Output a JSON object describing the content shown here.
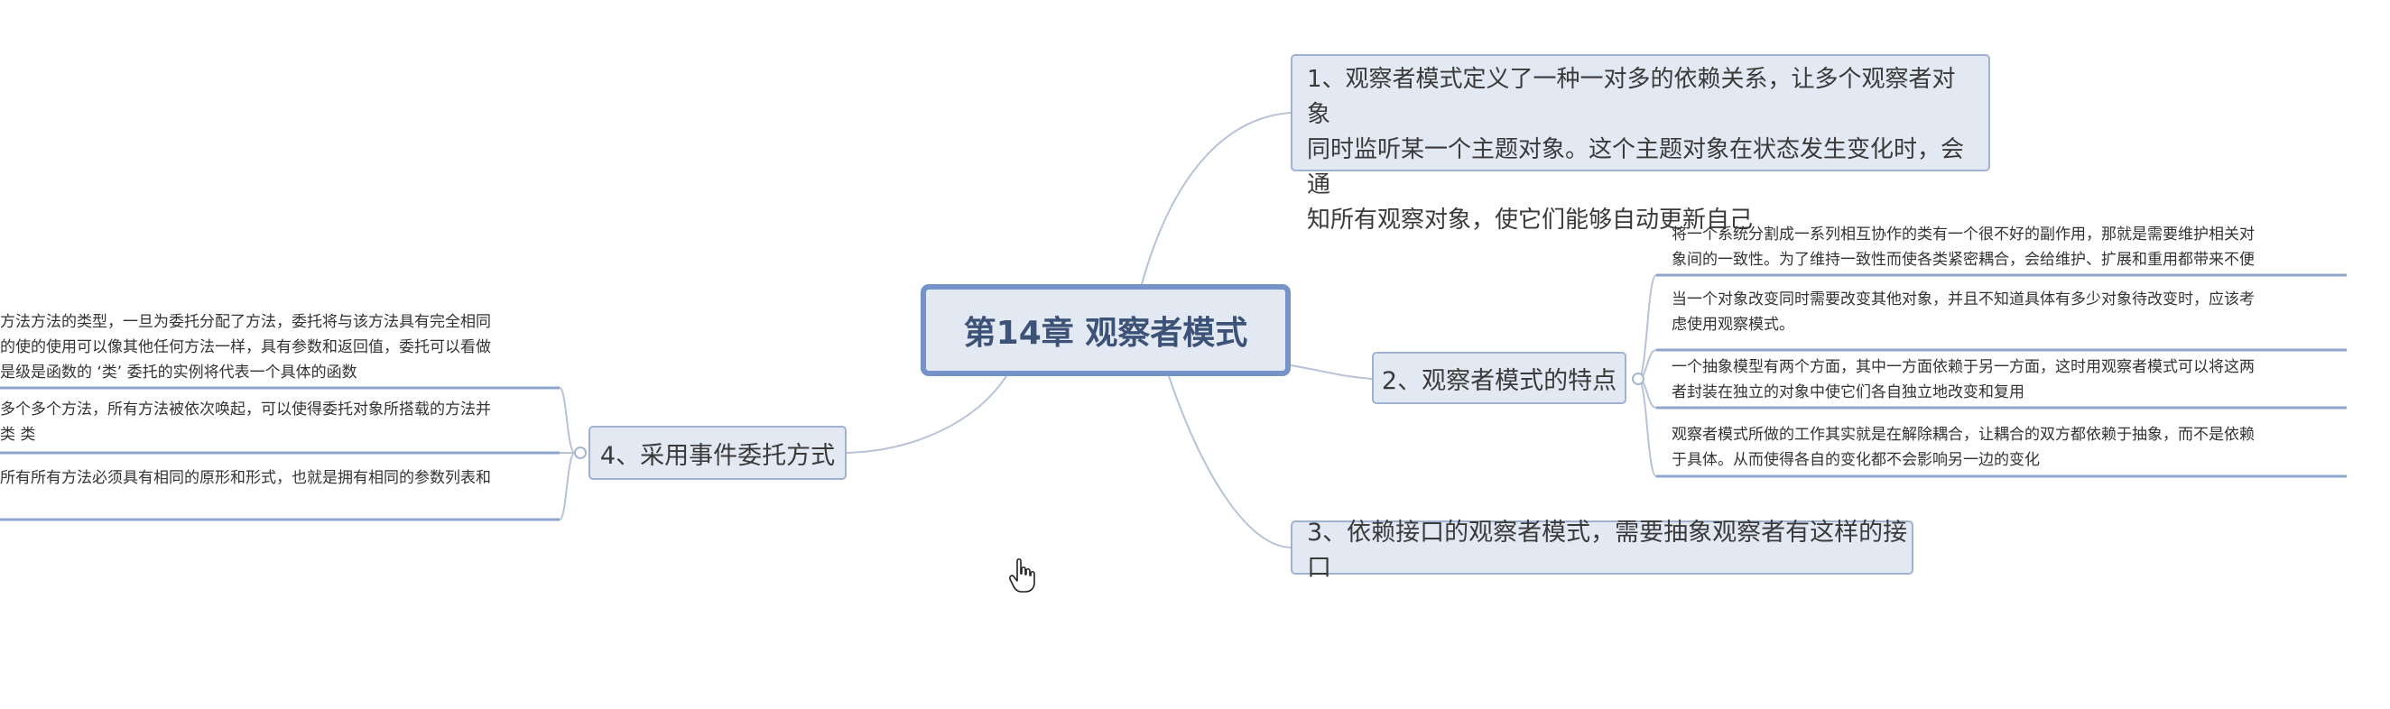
{
  "root": {
    "title": "第14章 观察者模式"
  },
  "branches": {
    "b1": {
      "lines": [
        "1、观察者模式定义了一种一对多的依赖关系，让多个观察者对象",
        "同时监听某一个主题对象。这个主题对象在状态发生变化时，会通",
        "知所有观察对象，使它们能够自动更新自己"
      ]
    },
    "b2": {
      "label": "2、观察者模式的特点",
      "children": [
        {
          "lines": [
            "将一个系统分割成一系列相互协作的类有一个很不好的副作用，那就是需要维护相关对",
            "象间的一致性。为了维持一致性而使各类紧密耦合，会给维护、扩展和重用都带来不便"
          ]
        },
        {
          "lines": [
            "当一个对象改变同时需要改变其他对象，并且不知道具体有多少对象待改变时，应该考",
            "虑使用观察模式。"
          ]
        },
        {
          "lines": [
            "一个抽象模型有两个方面，其中一方面依赖于另一方面，这时用观察者模式可以将这两",
            "者封装在独立的对象中使它们各自独立地改变和复用"
          ]
        },
        {
          "lines": [
            "观察者模式所做的工作其实就是在解除耦合，让耦合的双方都依赖于抽象，而不是依赖",
            "于具体。从而使得各自的变化都不会影响另一边的变化"
          ]
        }
      ]
    },
    "b3": {
      "label": "3、依赖接口的观察者模式，需要抽象观察者有这样的接口"
    },
    "b4": {
      "label": "4、采用事件委托方式",
      "children": [
        {
          "lines": [
            "方法方法的类型，一旦为委托分配了方法，委托将与该方法具有完全相同",
            "的使的使用可以像其他任何方法一样，具有参数和返回值，委托可以看做",
            "是级是函数的 ‘类’ 委托的实例将代表一个具体的函数"
          ]
        },
        {
          "lines": [
            "多个多个方法，所有方法被依次唤起，可以使得委托对象所搭载的方法并",
            "类  类"
          ]
        },
        {
          "lines": [
            "所有所有方法必须具有相同的原形和形式，也就是拥有相同的参数列表和"
          ]
        }
      ]
    }
  },
  "colors": {
    "node_fill": "#e3e9f3",
    "node_border": "#9fb2d2",
    "root_border": "#7593c8",
    "root_text": "#3d5277",
    "link": "#b8c2d6",
    "underline": "#8fa6cc"
  }
}
